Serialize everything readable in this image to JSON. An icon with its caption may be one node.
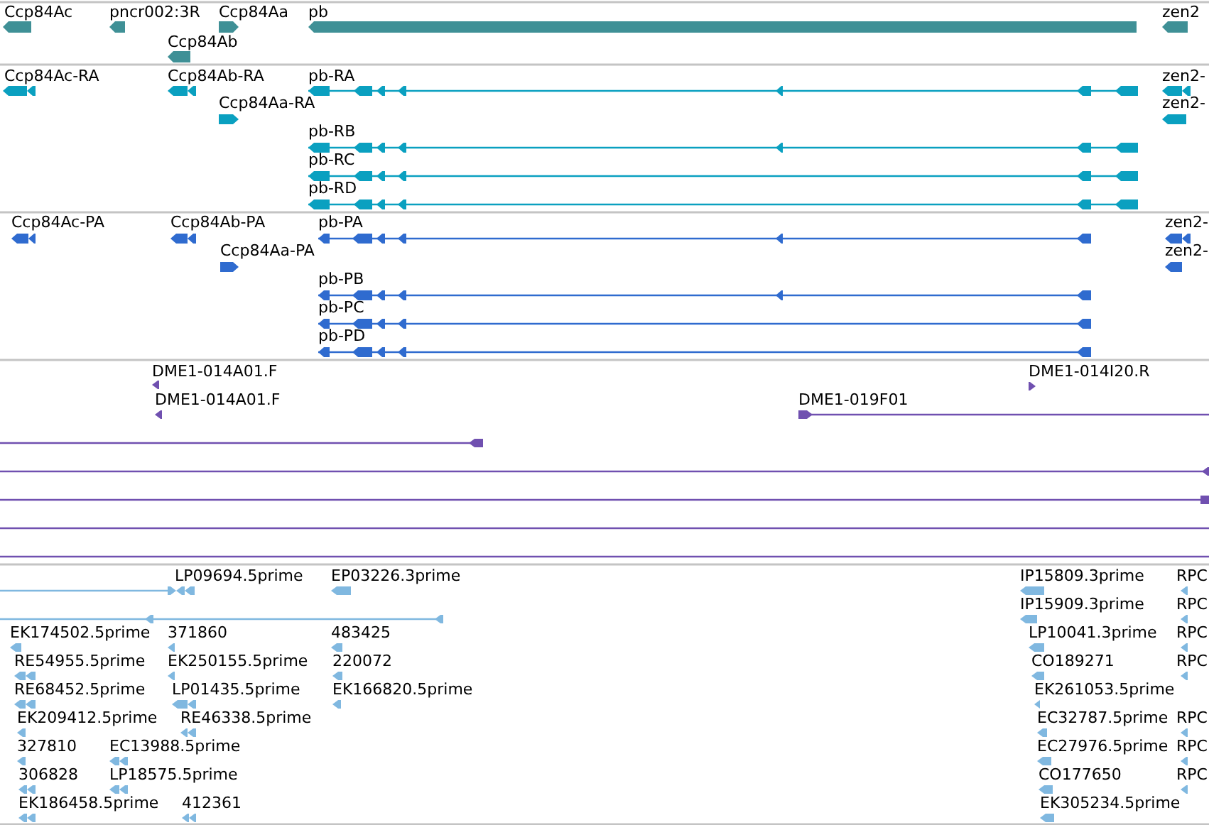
{
  "diagram": {
    "labels": [
      "Ccp84Ac",
      "pncr002:3R",
      "Ccp84Aa",
      "pb",
      "zen2",
      "Ccp84Ab",
      "Ccp84Ac-RA",
      "Ccp84Ab-RA",
      "pb-RA",
      "zen2-",
      "Ccp84Aa-RA",
      "zen2-",
      "pb-RB",
      "pb-RC",
      "pb-RD",
      "Ccp84Ac-PA",
      "Ccp84Ab-PA",
      "pb-PA",
      "zen2-",
      "Ccp84Aa-PA",
      "zen2-",
      "pb-PB",
      "pb-PC",
      "pb-PD",
      "DME1-014A01.F",
      "DME1-014I20.R",
      "DME1-014A01.F",
      "DME1-019F01",
      "LP09694.5prime",
      "EP03226.3prime",
      "IP15809.3prime",
      "RPC",
      "IP15909.3prime",
      "RPC",
      "EK174502.5prime",
      "371860",
      "483425",
      "LP10041.3prime",
      "RPC",
      "RE54955.5prime",
      "EK250155.5prime",
      "220072",
      "CO189271",
      "RPC",
      "RE68452.5prime",
      "LP01435.5prime",
      "EK166820.5prime",
      "EK261053.5prime",
      "EK209412.5prime",
      "RE46338.5prime",
      "EC32787.5prime",
      "RPC",
      "327810",
      "EC13988.5prime",
      "EC27976.5prime",
      "RPC",
      "306828",
      "LP18575.5prime",
      "CO177650",
      "RPC",
      "EK186458.5prime",
      "412361",
      "EK305234.5prime"
    ]
  }
}
